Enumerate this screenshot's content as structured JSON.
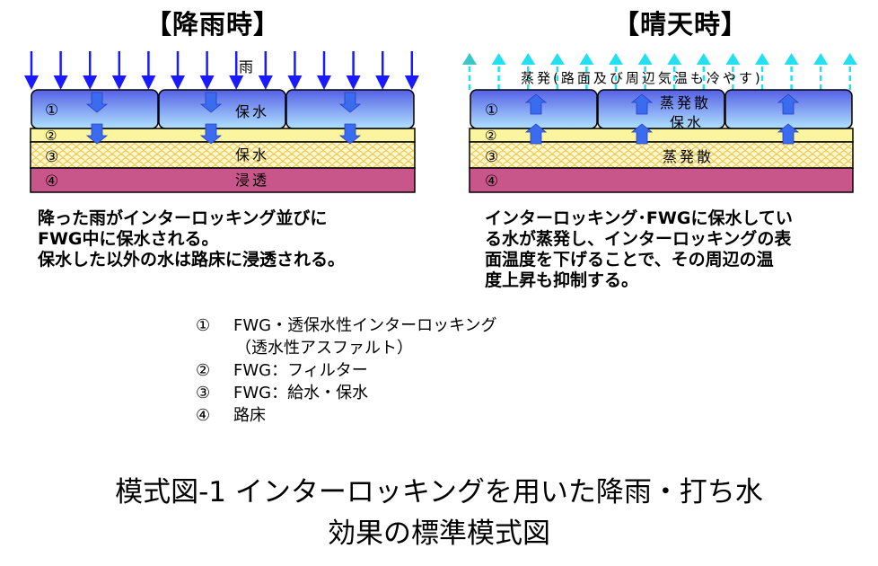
{
  "rain_panel": {
    "title": "【降雨時】",
    "rain_label": "雨",
    "layer_numbers": [
      "①",
      "②",
      "③",
      "④"
    ],
    "block_label": "保水",
    "layer3_label": "保水",
    "layer4_label": "浸透",
    "description": "降った雨がインターロッキング並びに\nFWG中に保水される。\n保水した以外の水は路床に浸透される。"
  },
  "sunny_panel": {
    "title": "【晴天時】",
    "evaporation_label": "蒸発(路面及び周辺気温も冷やす)",
    "layer_numbers": [
      "①",
      "②",
      "③",
      "④"
    ],
    "block_label_top": "蒸発散",
    "block_label_bottom": "保水",
    "layer3_label": "蒸発散",
    "description": "インターロッキング･FWGに保水してい\nる水が蒸発し、インターロッキングの表\n面温度を下げることで、その周辺の温\n度上昇も抑制する。"
  },
  "legend": [
    {
      "num": "①",
      "text": "FWG・透保水性インターロッキング",
      "sub": "（透水性アスファルト）"
    },
    {
      "num": "②",
      "text": "FWG：フィルター"
    },
    {
      "num": "③",
      "text": "FWG：給水・保水"
    },
    {
      "num": "④",
      "text": "路床"
    }
  ],
  "caption": {
    "line1": "模式図-1 インターロッキングを用いた降雨・打ち水",
    "line2": "効果の標準模式図"
  },
  "colors": {
    "rain_arrow": "#1a1aff",
    "flow_arrow": "#3a6cf0",
    "evap_arrow": "#22e0f0",
    "block_top": "#5a66e8",
    "block_bottom": "#a8dcff",
    "layer2": "#fbf5a0",
    "layer3": "#fdf6c8",
    "layer3_pattern": "#f0c850",
    "layer4": "#c8568a"
  }
}
